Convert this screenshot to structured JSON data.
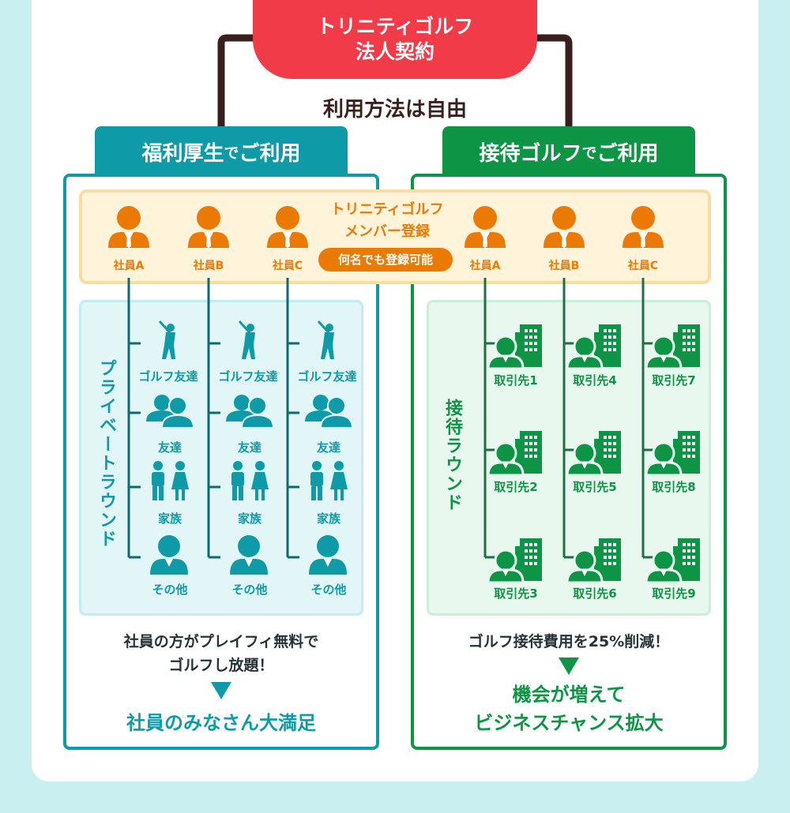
{
  "contract": {
    "line1": "トリニティゴルフ",
    "line2": "法人契約"
  },
  "usage_text": "利用方法は自由",
  "left": {
    "tab_main": "福利厚生",
    "tab_de": "で",
    "tab_tail": "ご利用",
    "vertical_label": "プライベートラウンド",
    "items": [
      "ゴルフ友達",
      "友達",
      "家族",
      "その他"
    ],
    "message_line1": "社員の方がプレイフィ無料で",
    "message_line2": "ゴルフし放題！",
    "result": "社員のみなさん大満足",
    "color": "#0e9aa7"
  },
  "right": {
    "tab_main": "接待ゴルフ",
    "tab_de": "で",
    "tab_tail": "ご利用",
    "vertical_label": "接待ラウンド",
    "clients": [
      "取引先1",
      "取引先2",
      "取引先3",
      "取引先4",
      "取引先5",
      "取引先6",
      "取引先7",
      "取引先8",
      "取引先9"
    ],
    "message": "ゴルフ接待費用を25%削減！",
    "result_line1": "機会が増えて",
    "result_line2": "ビジネスチャンス拡大",
    "color": "#0e9445"
  },
  "member": {
    "title_line1": "トリニティゴルフ",
    "title_line2": "メンバー登録",
    "badge": "何名でも登録可能",
    "employees": [
      "社員A",
      "社員B",
      "社員C"
    ]
  },
  "colors": {
    "accent_red": "#f23b48",
    "orange": "#ea7a04",
    "dark": "#3a1f1c"
  }
}
